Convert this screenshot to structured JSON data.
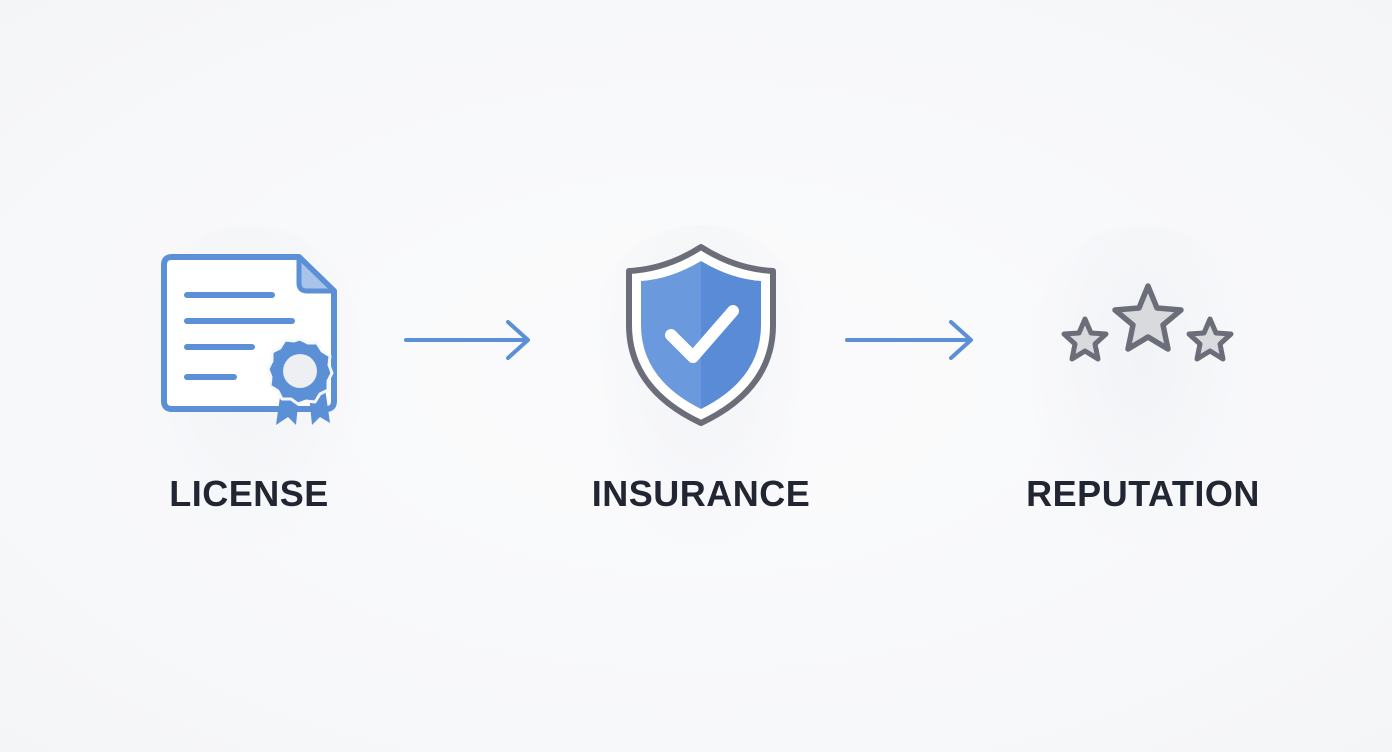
{
  "steps": [
    {
      "label": "LICENSE",
      "icon": "certificate-document-icon"
    },
    {
      "label": "INSURANCE",
      "icon": "shield-check-icon"
    },
    {
      "label": "REPUTATION",
      "icon": "three-stars-icon"
    }
  ],
  "connectors": [
    {
      "from": "LICENSE",
      "to": "INSURANCE",
      "icon": "arrow-right-icon"
    },
    {
      "from": "INSURANCE",
      "to": "REPUTATION",
      "icon": "arrow-right-icon"
    }
  ],
  "colors": {
    "accent_blue": "#5b8fd6",
    "shield_blue": "#6a99dd",
    "outline_gray": "#6b6e78",
    "star_fill": "#d9dade",
    "label_text": "#222632",
    "background": "#f7f8fa"
  }
}
